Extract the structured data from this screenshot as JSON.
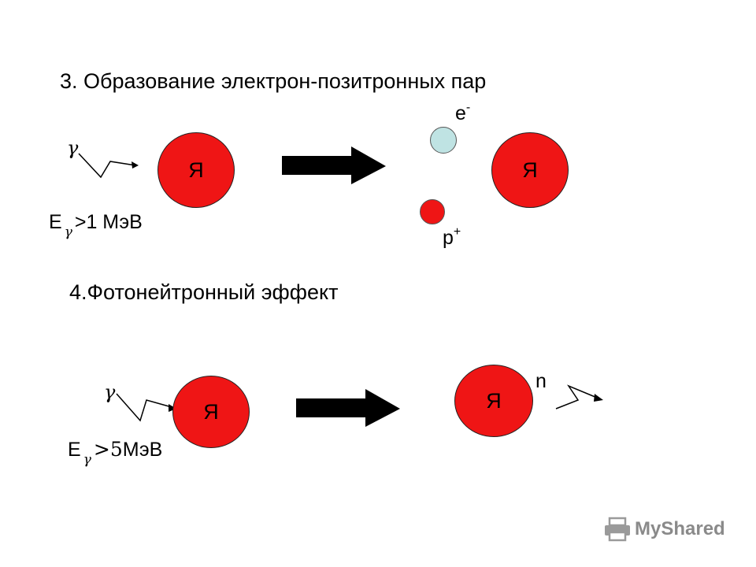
{
  "section3": {
    "heading": "3. Образование электрон-позитронных пар",
    "gamma": "γ",
    "nucleus_label": "Я",
    "product_nucleus_label": "Я",
    "electron": {
      "letter": "e",
      "charge": "-"
    },
    "positron": {
      "letter": "p",
      "charge": "+"
    },
    "energy": {
      "letter": "E",
      "sub": "γ",
      "rest": ">1 МэВ"
    }
  },
  "section4": {
    "heading": "4.Фотонейтронный эффект",
    "gamma": "γ",
    "nucleus_label": "Я",
    "product_nucleus_label": "Я",
    "neutron": "n",
    "energy": {
      "letter": "E",
      "sub": "γ",
      "op": ">",
      "num": "5",
      "unit": "МэВ"
    }
  },
  "colors": {
    "nucleus": "#ef1515",
    "electron": "#bfe3e3",
    "arrow": "#000000"
  },
  "watermark": {
    "text": "MyShared",
    "icon": "printer-icon"
  }
}
